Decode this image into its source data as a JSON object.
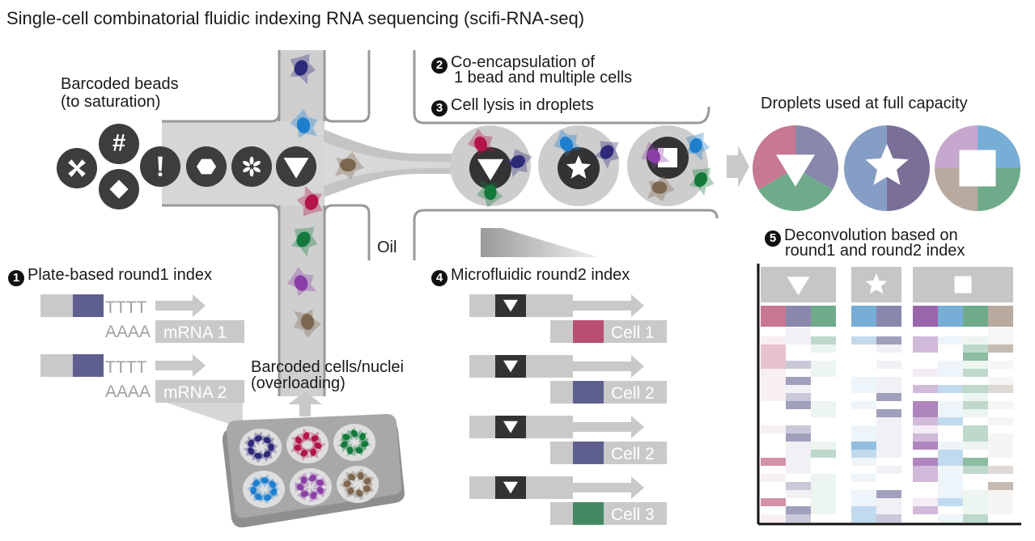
{
  "title": "Single-cell combinatorial fluidic indexing RNA sequencing (scifi-RNA-seq)",
  "labels": {
    "beads": [
      "Barcoded beads",
      "(to saturation)"
    ],
    "step2": {
      "num": "2",
      "lines": [
        "Co-encapsulation of",
        "1 bead and multiple cells"
      ]
    },
    "step3": {
      "num": "3",
      "text": "Cell lysis in droplets"
    },
    "droplets_full": "Droplets used at full capacity",
    "oil": "Oil",
    "step1": {
      "num": "1",
      "text": "Plate-based round1 index"
    },
    "step4": {
      "num": "4",
      "text": "Microfluidic round2 index"
    },
    "step5": {
      "num": "5",
      "lines": [
        "Deconvolution based on",
        "round1 and round2 index"
      ]
    },
    "cells": [
      "Barcoded cells/nuclei",
      "(overloading)"
    ]
  },
  "bead_symbols": [
    "cross",
    "hash",
    "diamond",
    "exclamation",
    "hexagon",
    "asterisk",
    "triangle-down"
  ],
  "round1": [
    {
      "polyT": "TTTT",
      "polyA": "AAAA",
      "mrna": "mRNA 1",
      "barcode_color": "#5e5e8f"
    },
    {
      "polyT": "TTTT",
      "polyA": "AAAA",
      "mrna": "mRNA 2",
      "barcode_color": "#5e5e8f"
    }
  ],
  "round2": [
    {
      "cell": "Cell 1",
      "color": "#b84f72"
    },
    {
      "cell": "Cell 2",
      "color": "#5e5e8f"
    },
    {
      "cell": "Cell 2",
      "color": "#5e5e8f"
    },
    {
      "cell": "Cell 3",
      "color": "#438a62"
    }
  ],
  "colors": {
    "cell_navy": "#2d2a7a",
    "cell_blue": "#1e7fcf",
    "cell_red": "#b31449",
    "cell_green": "#137a3c",
    "cell_purple": "#8a3fa6",
    "cell_brown": "#7d6650",
    "seg_pink": "#c77892",
    "seg_lavender": "#8888ad",
    "seg_green": "#6fab8b",
    "seg_blue": "#77aed6",
    "seg_slateblue": "#869dc6",
    "seg_violet": "#7a7097",
    "seg_lilac": "#c6a8cf",
    "seg_taupe": "#b8aa9f",
    "seg_purple": "#9a66ab",
    "channel": "#c9c9c9",
    "dark": "#3d3d3d"
  },
  "heatmap": {
    "groups": [
      {
        "symbol": "triangle-down",
        "columns": [
          "#c77892",
          "#8888ad",
          "#6fab8b"
        ]
      },
      {
        "symbol": "star",
        "columns": [
          "#77aed6",
          "#8888ad"
        ]
      },
      {
        "symbol": "square",
        "columns": [
          "#9a66ab",
          "#77aed6",
          "#6fab8b",
          "#b8aa9f"
        ]
      }
    ]
  }
}
